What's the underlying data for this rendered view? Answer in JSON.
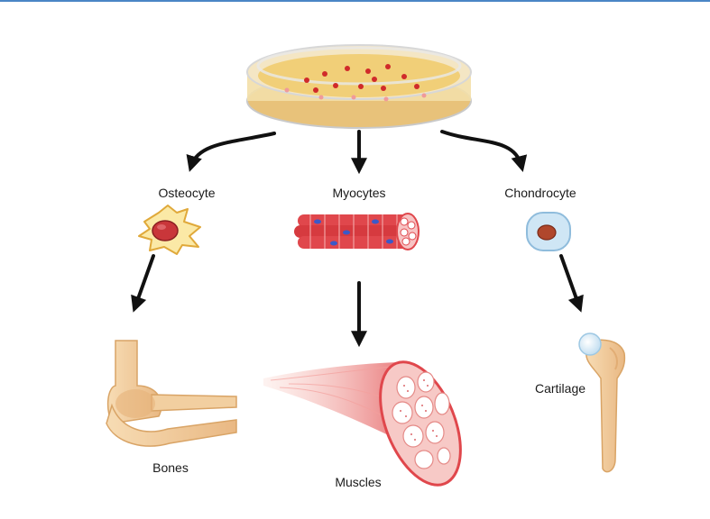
{
  "labels": {
    "osteocyte": "Osteocyte",
    "myocytes": "Myocytes",
    "chondrocyte": "Chondrocyte",
    "bones": "Bones",
    "muscles": "Muscles",
    "cartilage": "Cartilage"
  },
  "colors": {
    "rule": "#4a86c5",
    "arrow": "#111111",
    "muscle_red": "#e0474c",
    "bone": "#f2cfa0",
    "cartilage_blue": "#cfe6f5",
    "osteocyte_fill": "#fbe9a6"
  }
}
